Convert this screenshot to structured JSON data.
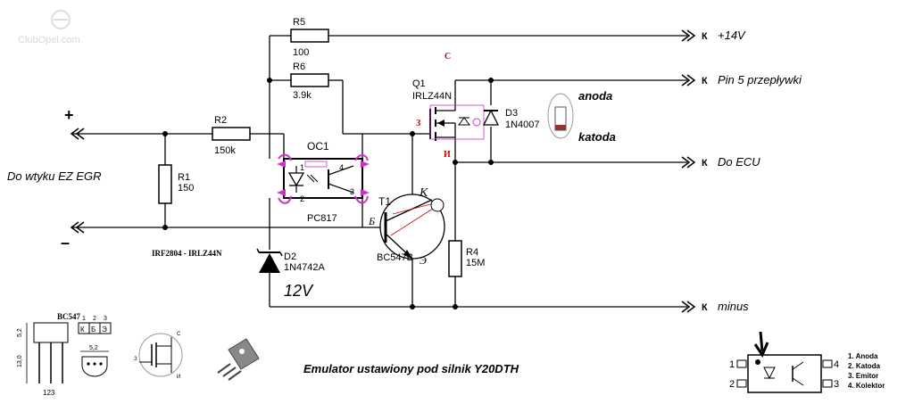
{
  "watermark": "ClubOpel.com",
  "labels": {
    "plus": "+",
    "minus_sign": "–",
    "input_text": "Do wtyku EZ EGR",
    "transistor_note": "IRF2804 - IRLZ44N",
    "zener_voltage": "12V",
    "caption": "Emulator ustawiony pod silnik Y20DTH",
    "anoda": "anoda",
    "katoda": "katoda"
  },
  "components": {
    "r1": {
      "name": "R1",
      "value": "150"
    },
    "r2": {
      "name": "R2",
      "value": "150k"
    },
    "r4": {
      "name": "R4",
      "value": "15M"
    },
    "r5": {
      "name": "R5",
      "value": "100"
    },
    "r6": {
      "name": "R6",
      "value": "3.9k"
    },
    "oc1": {
      "name": "OC1",
      "part": "PC817",
      "pin1": "1",
      "pin2": "2",
      "pin3": "3",
      "pin4": "4"
    },
    "d2": {
      "name": "D2",
      "part": "1N4742A"
    },
    "d3": {
      "name": "D3",
      "part": "1N4007"
    },
    "q1": {
      "name": "Q1",
      "part": "IRLZ44N",
      "c": "C",
      "z": "З",
      "i": "И"
    },
    "t1": {
      "name": "T1",
      "part": "BC547B",
      "k": "K",
      "b": "Б",
      "e": "Э"
    }
  },
  "terminals": [
    {
      "k": "К",
      "label": "+14V"
    },
    {
      "k": "К",
      "label": "Pin 5 przepływki"
    },
    {
      "k": "К",
      "label": "Do ECU"
    },
    {
      "k": "К",
      "label": "minus"
    }
  ],
  "bc547": {
    "title": "BC547",
    "pins": [
      "К",
      "Б",
      "Э"
    ],
    "pin_numbers": [
      "1",
      "2",
      "3"
    ],
    "pin_order": "123",
    "dim_height": "13,0",
    "dim_body": "5,2",
    "dim_width": "5,2"
  },
  "mosfet_symbol": {
    "s": "С",
    "z": "З",
    "i": "И"
  },
  "optocoupler_legend": {
    "pin1": "1",
    "pin2": "2",
    "pin3": "3",
    "pin4": "4",
    "items": [
      "1.  Anoda",
      "2.  Katoda",
      "3.  Emitor",
      "4.  Kolektor"
    ]
  },
  "colors": {
    "line": "#000000",
    "highlight": "#cc33cc",
    "red": "#cc0000"
  }
}
